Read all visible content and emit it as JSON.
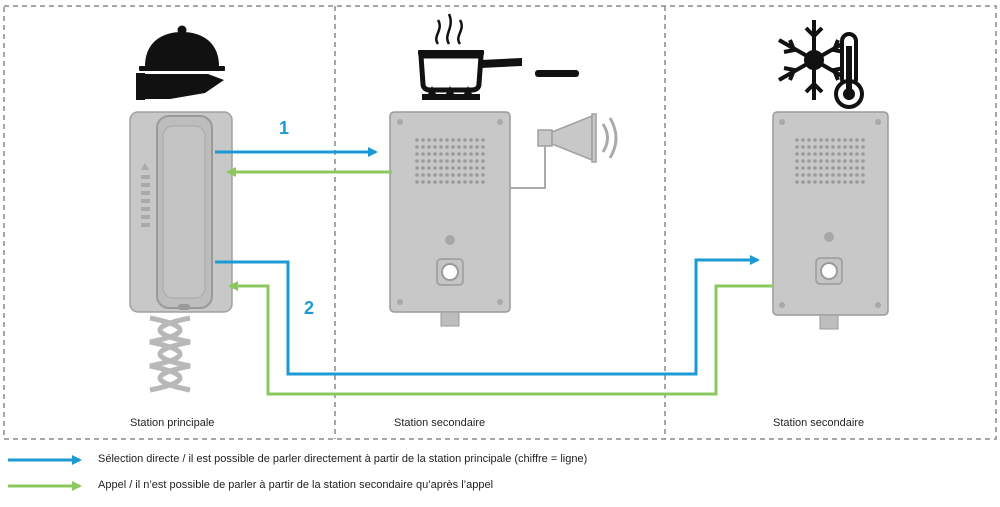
{
  "colors": {
    "direct": "#1b9ad6",
    "call": "#8dc85f",
    "device_fill": "#c8c8c8",
    "device_stroke": "#9a9a9a",
    "icon": "#111111",
    "border": "#8a8a8a"
  },
  "stations": {
    "main_label": "Station principale",
    "secondary_1_label": "Station secondaire",
    "secondary_2_label": "Station secondaire"
  },
  "lines": {
    "line_1_number": "1",
    "line_2_number": "2"
  },
  "icons": {
    "main": "cloche-serving-icon",
    "kitchen": "cooking-pot-icon",
    "horn": "loudspeaker-horn-icon",
    "cold": "snowflake-thermometer-icon"
  },
  "legend": {
    "direct_text": "Sélection directe / il est possible de parler directement à partir de la station principale (chiffre = ligne)",
    "call_text": "Appel / il n’est possible de parler à partir de la station secondaire qu’après l’appel"
  }
}
